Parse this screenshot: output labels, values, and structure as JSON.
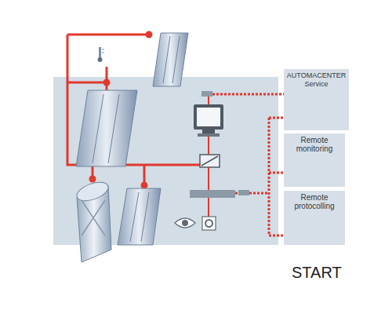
{
  "diagram": {
    "nodes": [
      {
        "text": [
          "AUTOMACENTER Service"
        ]
      },
      {
        "text": [
          "Remote monitoring"
        ]
      },
      {
        "text": [
          "Remote protocolling"
        ]
      }
    ],
    "labels": [
      "START"
    ]
  }
}
